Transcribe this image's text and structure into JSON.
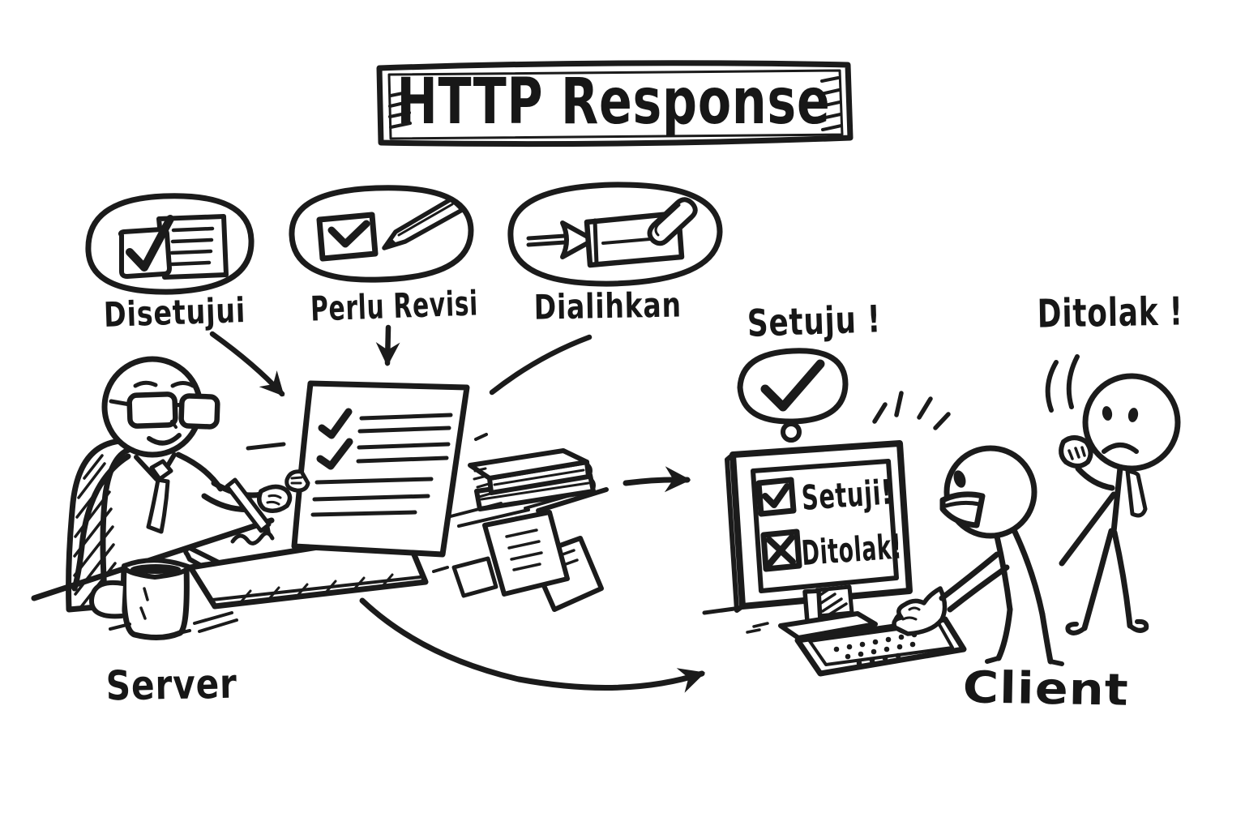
{
  "colors": {
    "ink": "#1b1b1b",
    "paper": "#ffffff"
  },
  "title": "HTTP Response",
  "response_types": [
    {
      "id": "approved",
      "label": "Disetujui",
      "icon": "checklist-check-icon"
    },
    {
      "id": "needs_revision",
      "label": "Perlu Revisi",
      "icon": "checkbox-pencil-icon"
    },
    {
      "id": "redirected",
      "label": "Dialihkan",
      "icon": "arrow-into-envelope-icon"
    }
  ],
  "server": {
    "label": "Server"
  },
  "client": {
    "label": "Client"
  },
  "monitor_screen": {
    "rows": [
      {
        "icon": "checked-box-icon",
        "label": "Setuji!"
      },
      {
        "icon": "crossed-box-icon",
        "label": "Ditolak!"
      }
    ]
  },
  "callouts": {
    "approved": "Setuju !",
    "rejected": "Ditolak !"
  }
}
